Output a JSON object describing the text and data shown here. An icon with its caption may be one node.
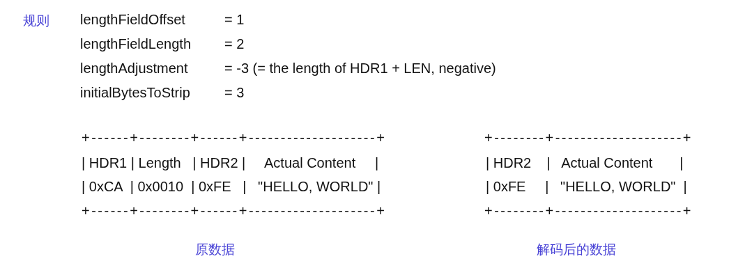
{
  "diagram": {
    "labels": [
      "规则",
      "lengthFieldOffset",
      "= 1",
      "lengthFieldLength",
      "= 2",
      "lengthAdjustment",
      "= -3 (= the length of HDR1 + LEN, negative)",
      "initialBytesToStrip",
      "= 3",
      "+------+--------+------+--------------------+",
      "| HDR1 | Length   | HDR2 |     Actual Content     |",
      "| 0xCA  | 0x0010  | 0xFE   |   \"HELLO, WORLD\" |",
      "+------+--------+------+--------------------+",
      "+--------+--------------------+",
      "| HDR2    |   Actual Content       |",
      "| 0xFE     |   \"HELLO, WORLD\"  |",
      "+--------+--------------------+",
      "原数据",
      "解码后的数据"
    ]
  }
}
